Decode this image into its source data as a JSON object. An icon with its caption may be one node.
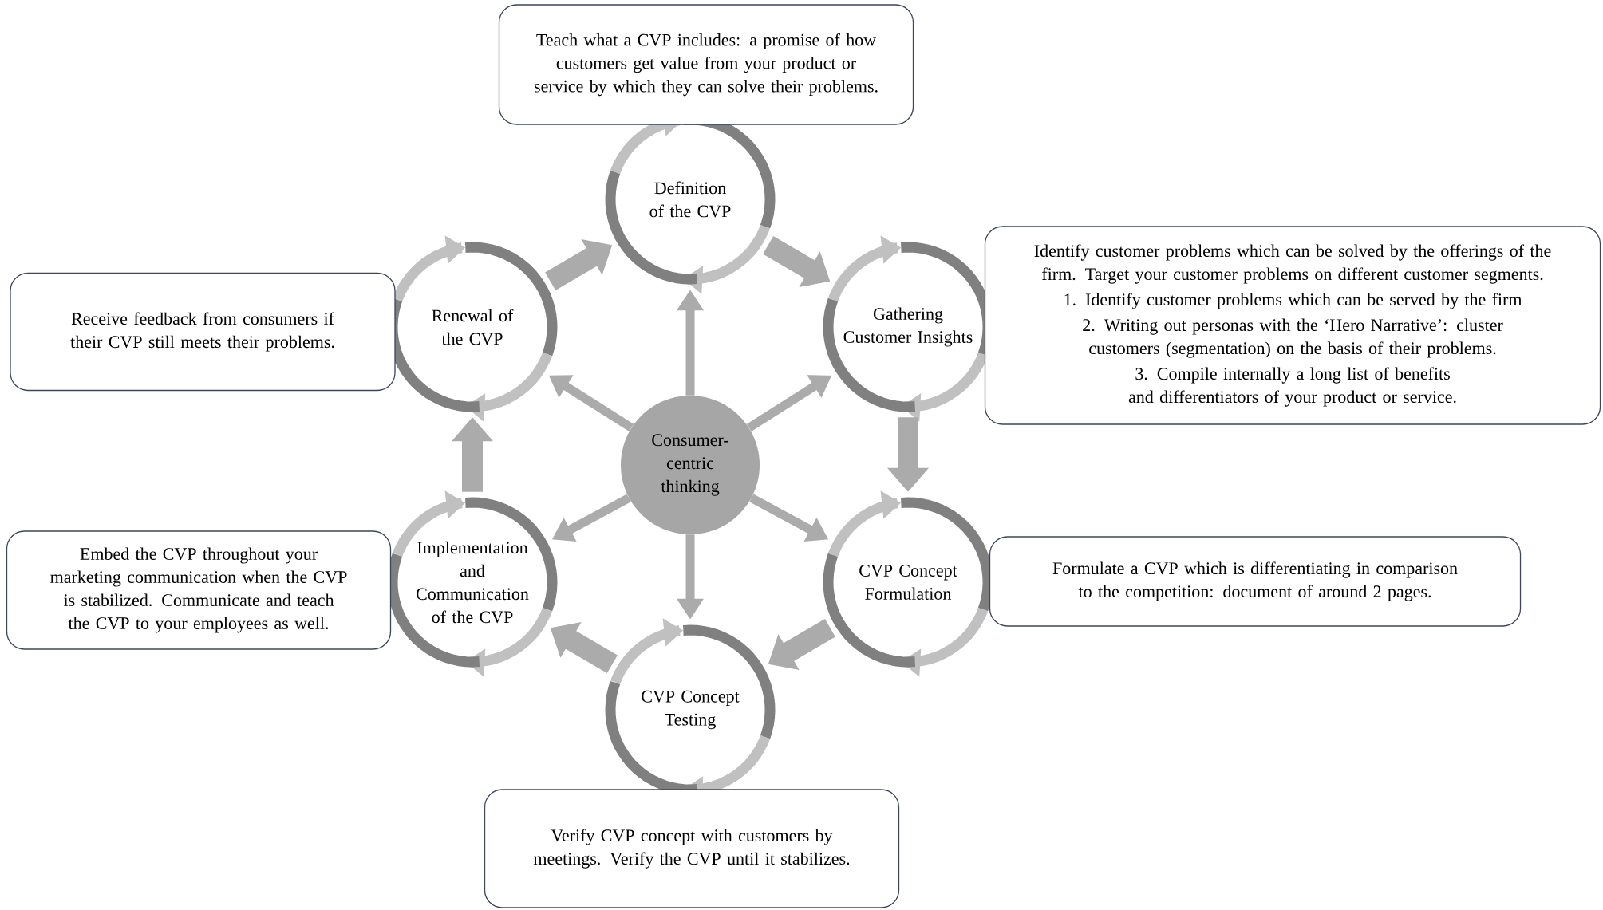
{
  "diagram": {
    "nodes": [
      {
        "text": [
          "Consumer-centric thinking"
        ]
      },
      {
        "text": [
          "Definition of the CVP"
        ]
      },
      {
        "text": [
          "Gathering Customer Insights"
        ]
      },
      {
        "text": [
          "CVP Concept Formulation"
        ]
      },
      {
        "text": [
          "CVP Concept Testing"
        ]
      },
      {
        "text": [
          "Implementation and Communication of the CVP"
        ]
      },
      {
        "text": [
          "Renewal of the CVP"
        ]
      },
      {
        "text": [
          "Teach what a CVP includes: a promise of how customers get value from your product or service by which they can solve their problems."
        ]
      },
      {
        "text": [
          "Identify customer problems which can be solved by the offerings of the firm. Target your customer problems on different customer segments.",
          "1. Identify customer problems which can be served by the firm",
          "2. Writing out personas with the ‘Hero Narrative’: cluster customers (segmentation) on the basis of their problems.",
          "3. Compile internally a long list of benefits and differentiators of your product or service."
        ]
      },
      {
        "text": [
          "Formulate a CVP which is differentiating in comparison to the competition: document of around 2 pages."
        ]
      },
      {
        "text": [
          "Verify CVP concept with customers by meetings. Verify the CVP until it stabilizes."
        ]
      },
      {
        "text": [
          "Embed the CVP throughout your marketing communication when the CVP is stabilized. Communicate and teach the CVP to your employees as well."
        ]
      },
      {
        "text": [
          "Receive feedback from consumers if their CVP still meets their problems."
        ]
      }
    ],
    "edges": [
      {
        "from": 0,
        "to": 1,
        "arrow": "to"
      },
      {
        "from": 0,
        "to": 2,
        "arrow": "to"
      },
      {
        "from": 0,
        "to": 3,
        "arrow": "to"
      },
      {
        "from": 0,
        "to": 4,
        "arrow": "to"
      },
      {
        "from": 0,
        "to": 5,
        "arrow": "to"
      },
      {
        "from": 0,
        "to": 6,
        "arrow": "to"
      },
      {
        "from": 6,
        "to": 1,
        "arrow": "to",
        "style": "thick"
      },
      {
        "from": 1,
        "to": 2,
        "arrow": "to",
        "style": "thick"
      },
      {
        "from": 2,
        "to": 3,
        "arrow": "to",
        "style": "thick"
      },
      {
        "from": 3,
        "to": 4,
        "arrow": "to",
        "style": "thick"
      },
      {
        "from": 4,
        "to": 5,
        "arrow": "to",
        "style": "thick"
      },
      {
        "from": 5,
        "to": 6,
        "arrow": "to",
        "style": "thick"
      }
    ]
  }
}
